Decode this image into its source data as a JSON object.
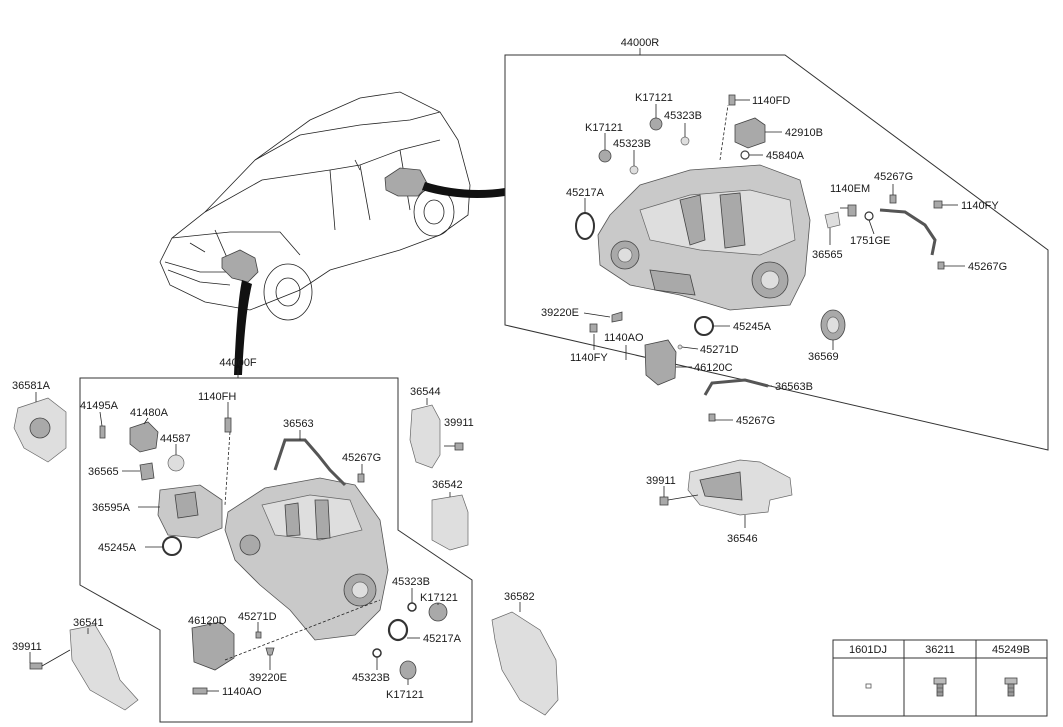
{
  "assemblies": {
    "rear": "44000R",
    "front": "44000F"
  },
  "labels": {
    "r_k17121_a": "K17121",
    "r_k17121_b": "K17121",
    "r_45323b_a": "45323B",
    "r_45323b_b": "45323B",
    "r_1140fd": "1140FD",
    "r_42910b": "42910B",
    "r_45840a": "45840A",
    "r_45217a": "45217A",
    "r_1140em": "1140EM",
    "r_45267g_a": "45267G",
    "r_1140fy_a": "1140FY",
    "r_1751ge": "1751GE",
    "r_36565": "36565",
    "r_45267g_b": "45267G",
    "r_39220e": "39220E",
    "r_1140ao": "1140AO",
    "r_45245a": "45245A",
    "r_1140fy_b": "1140FY",
    "r_45271d": "45271D",
    "r_46120c": "46120C",
    "r_36569": "36569",
    "r_36563b": "36563B",
    "r_45267g_c": "45267G",
    "f_36581a": "36581A",
    "f_41495a": "41495A",
    "f_41480a": "41480A",
    "f_1140fh": "1140FH",
    "f_44587": "44587",
    "f_36563": "36563",
    "f_45267g": "45267G",
    "f_36565": "36565",
    "f_36595a": "36595A",
    "f_45245a": "45245A",
    "f_36544": "36544",
    "f_39911_a": "39911",
    "f_36542": "36542",
    "f_45323b_a": "45323B",
    "f_k17121_a": "K17121",
    "f_45217a": "45217A",
    "f_46120d": "46120D",
    "f_45271d": "45271D",
    "f_39220e": "39220E",
    "f_45323b_b": "45323B",
    "f_k17121_b": "K17121",
    "f_1140ao": "1140AO",
    "f_36582": "36582",
    "f_36541": "36541",
    "f_39911_b": "39911",
    "x_39911": "39911",
    "x_36546": "36546"
  },
  "table": {
    "headers": [
      "1601DJ",
      "36211",
      "45249B"
    ]
  }
}
